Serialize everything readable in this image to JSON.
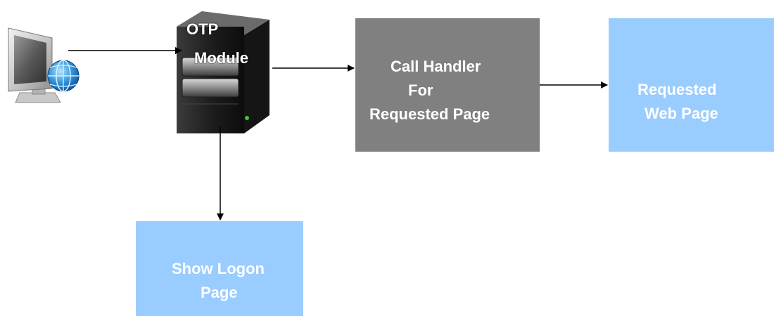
{
  "server": {
    "title_line1": "OTP",
    "title_line2": "Module"
  },
  "handler_box": {
    "line1": "Call Handler",
    "line2": "For",
    "line3": "Requested Page"
  },
  "webpage_box": {
    "line1": "Requested",
    "line2": "Web Page"
  },
  "logon_box": {
    "line1": "Show Logon",
    "line2": "Page"
  },
  "colors": {
    "handler_fill": "#808080",
    "page_fill": "#99ccff",
    "text": "#ffffff",
    "arrow": "#000000"
  },
  "icons": {
    "client": "computer-monitor-globe-icon",
    "server": "server-tower-icon"
  }
}
